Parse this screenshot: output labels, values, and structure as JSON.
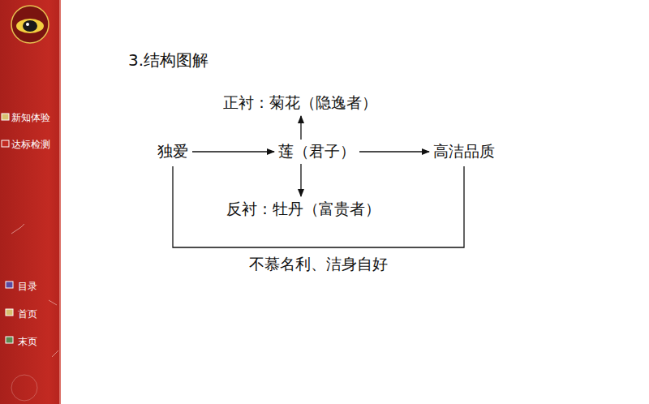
{
  "diagram": {
    "title": "3.结构图解",
    "nodes": [
      {
        "text": [
          "正衬：菊花（隐逸者）"
        ]
      },
      {
        "text": [
          "独爱"
        ]
      },
      {
        "text": [
          "莲（君子）"
        ]
      },
      {
        "text": [
          "高洁品质"
        ]
      },
      {
        "text": [
          "反衬：牡丹（富贵者）"
        ]
      }
    ],
    "edges": [
      {
        "from": 1,
        "to": 2,
        "arrow": "to"
      },
      {
        "from": 2,
        "to": 3,
        "arrow": "to"
      },
      {
        "from": 2,
        "to": 0,
        "arrow": "to"
      },
      {
        "from": 2,
        "to": 4,
        "arrow": "to"
      },
      {
        "from": 1,
        "to": 3,
        "label": "不慕名利、洁身自好",
        "arrow": "none"
      }
    ],
    "labels": [
      "新知体验",
      "达标检测",
      "目录",
      "首页",
      "末页"
    ]
  }
}
